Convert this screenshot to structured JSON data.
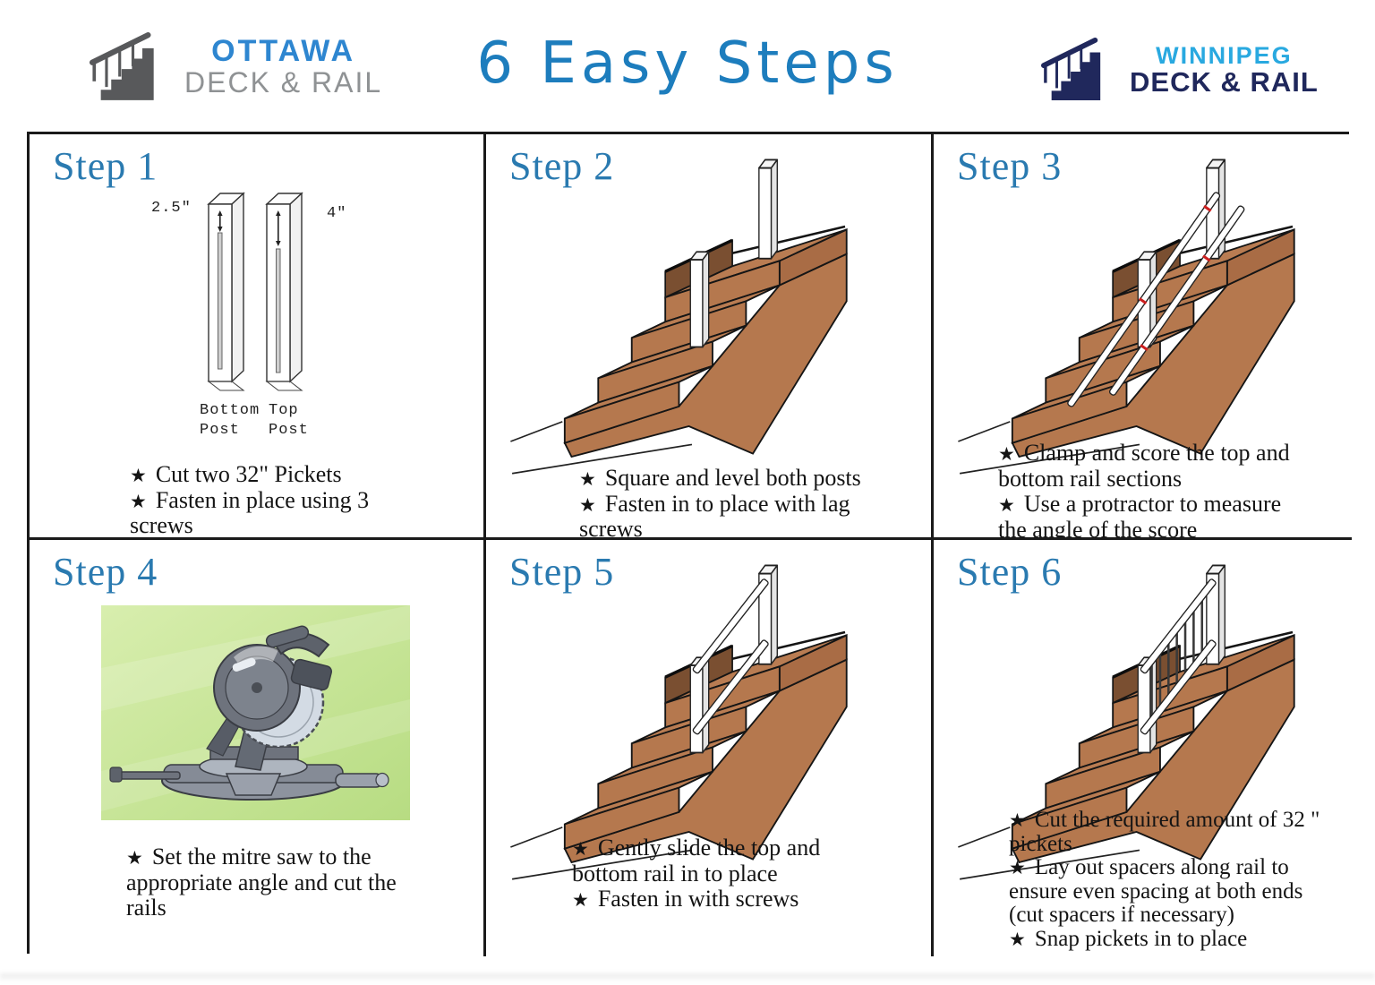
{
  "header": {
    "title": "6 Easy Steps",
    "logos": {
      "ottawa": {
        "city": "OTTAWA",
        "company": "DECK & RAIL"
      },
      "winnipeg": {
        "city": "WINNIPEG",
        "company": "DECK & RAIL"
      }
    }
  },
  "glyphs": {
    "star_bullet": "★"
  },
  "colors": {
    "title_blue": "#1d7dbd",
    "heading_blue": "#2a7ab0",
    "ottawa_blue": "#2e86d0",
    "ottawa_gray": "#8f9294",
    "ottawa_icon_gray": "#58595b",
    "winnipeg_lightblue": "#29a9e0",
    "winnipeg_navy": "#20285c",
    "stair_brown": "#b5784e",
    "score_red": "#cc1f1f",
    "saw_background_green": "#cde8a2",
    "border_black": "#1a1a1a"
  },
  "steps": [
    {
      "heading": "Step 1",
      "diagram": {
        "left_measure": "2.5\"",
        "right_measure": "4\"",
        "left_post_label": "Bottom Post",
        "right_post_label": "Top Post"
      },
      "bullets": [
        "Cut two 32\" Pickets",
        "Fasten in place using 3 screws"
      ]
    },
    {
      "heading": "Step 2",
      "bullets": [
        "Square and level both posts",
        "Fasten in to place with lag screws"
      ]
    },
    {
      "heading": "Step 3",
      "bullets": [
        "Clamp and score the top and bottom rail sections",
        "Use a protractor to measure the angle of the score"
      ]
    },
    {
      "heading": "Step 4",
      "bullets": [
        "Set the mitre saw to the appropriate angle and cut the rails"
      ]
    },
    {
      "heading": "Step 5",
      "bullets": [
        "Gently slide the top and bottom rail in to place",
        "Fasten in with screws"
      ]
    },
    {
      "heading": "Step 6",
      "bullets": [
        "Cut the required amount of 32 \" pickets",
        "Lay out spacers along rail to ensure even spacing at both ends (cut spacers if necessary)",
        "Snap pickets in to place"
      ]
    }
  ]
}
